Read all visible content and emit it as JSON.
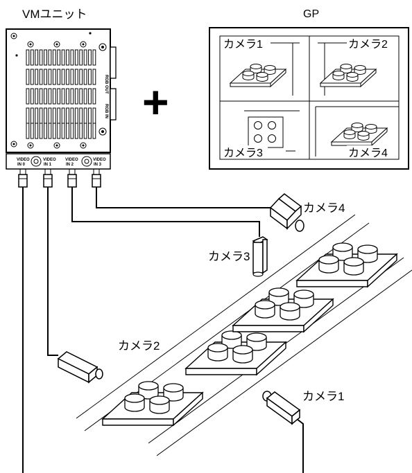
{
  "vm_unit": {
    "title": "VMユニット",
    "ports": [
      {
        "line1": "VIDEO",
        "line2": "IN 0"
      },
      {
        "line1": "VIDEO",
        "line2": "IN 1"
      },
      {
        "line1": "VIDEO",
        "line2": "IN 2"
      },
      {
        "line1": "VIDEO",
        "line2": "IN 3"
      }
    ],
    "side_labels": [
      "RGB OUT",
      "RGB IN"
    ]
  },
  "plus_sign": "+",
  "gp": {
    "title": "GP",
    "quadrants": [
      "カメラ1",
      "カメラ2",
      "カメラ3",
      "カメラ4"
    ]
  },
  "cameras": [
    {
      "id": 1,
      "label": "カメラ1"
    },
    {
      "id": 2,
      "label": "カメラ2"
    },
    {
      "id": 3,
      "label": "カメラ3"
    },
    {
      "id": 4,
      "label": "カメラ4"
    }
  ]
}
